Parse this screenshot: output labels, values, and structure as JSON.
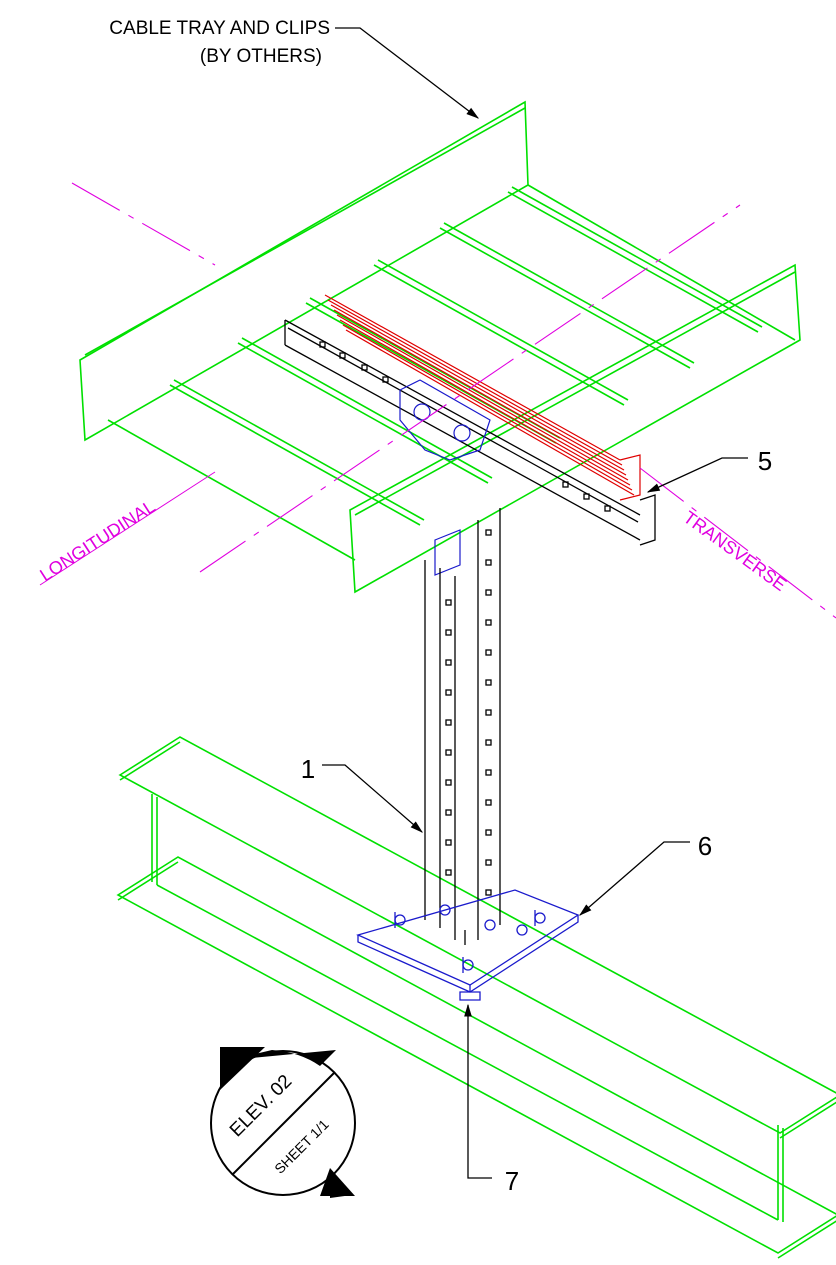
{
  "callouts": {
    "tray_line1": "CABLE TRAY AND CLIPS",
    "tray_line2": "(BY OTHERS)",
    "item1": "1",
    "item5": "5",
    "item6": "6",
    "item7": "7"
  },
  "axes": {
    "longitudinal": "LONGITUDINAL",
    "transverse": "TRANSVERSE"
  },
  "stamp": {
    "elev": "ELEV. 02",
    "sheet": "SHEET 1/1"
  },
  "colors": {
    "steel": "#00e000",
    "strut": "#000000",
    "hardware": "#1a1acc",
    "cables": "#e00000",
    "centerline": "#e000e0",
    "leader": "#000000"
  }
}
